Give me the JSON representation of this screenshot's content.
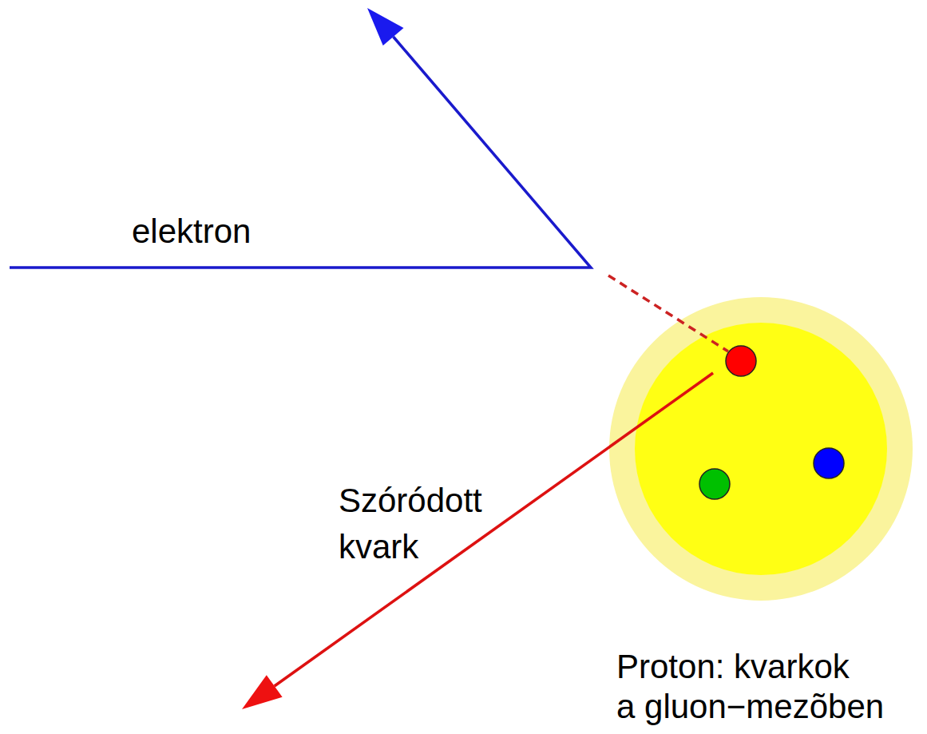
{
  "diagram": {
    "nodes": [
      {
        "text": [
          "Proton: kvarkok a gluon−mezõben"
        ]
      }
    ],
    "labels": [
      "elektron",
      "Szóródott kvark"
    ]
  }
}
